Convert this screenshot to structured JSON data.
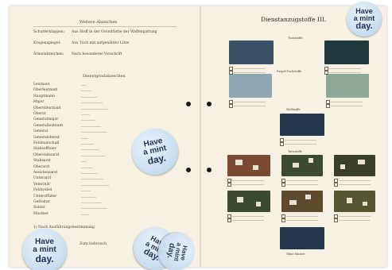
{
  "left_page": {
    "heading": "Weitere Abzeichen",
    "intro": [
      {
        "key": "Schulterklappen:",
        "text": "Aus Stoff in der Grundfarbe der Waffengattung"
      },
      {
        "key": "Kragenspiegel:",
        "text": "Aus Tuch mit aufgenähter Litze"
      },
      {
        "key": "Ärmelabzeichen:",
        "text": "Nach besonderer Vorschrift"
      }
    ],
    "subheading": "Dienstgradabzeichen",
    "ranks": [
      "Leutnant",
      "Oberleutnant",
      "Hauptmann",
      "Major",
      "Oberstleutnant",
      "Oberst",
      "Generalmajor",
      "Generalleutnant",
      "General",
      "Generaloberst",
      "Feldmarschall",
      "Stabsoffizier",
      "Oberstabsarzt",
      "Stabsarzt",
      "Oberarzt",
      "Assistenzarzt",
      "Unterarzt",
      "Veterinär",
      "Feldwebel",
      "Unteroffizier",
      "Gefreiter",
      "Soldat",
      "Musiker"
    ],
    "footnote": "1) Nach Ausführungsbestimmung",
    "footer": "Zum Gebrauch"
  },
  "right_page": {
    "title": "Dienstanzugstoffe III.",
    "sections": [
      "Tuchstoffe",
      "Paspel-Tuchstoffe",
      "Wollstoffe",
      "Tarnstoffe"
    ],
    "caption_note": "Ohne Muster"
  },
  "badges": [
    {
      "line1": "Have",
      "line2": "a mint",
      "line3": "day."
    },
    {
      "line1": "Have",
      "line2": "a mint",
      "line3": "day."
    },
    {
      "line1": "Have",
      "line2": "a mint",
      "line3": "day."
    },
    {
      "line1": "Have",
      "line2": "a mint",
      "line3": "day."
    },
    {
      "line1": "Have",
      "line2": "a mint",
      "line3": "day."
    }
  ],
  "colors": {
    "paper": "#f6f1e2",
    "badge": "#c7dcef",
    "badge_text": "#1f3150",
    "slate": "#3b5366",
    "dark_teal": "#1e3a3c",
    "light_blue": "#8fa6b5",
    "sage": "#8ea796",
    "navy_texture": "#24384d",
    "camo_rust": "#7a4a32",
    "camo_green": "#3c4a32",
    "camo_brown": "#5d4a2c",
    "camo_olive": "#55562f"
  }
}
